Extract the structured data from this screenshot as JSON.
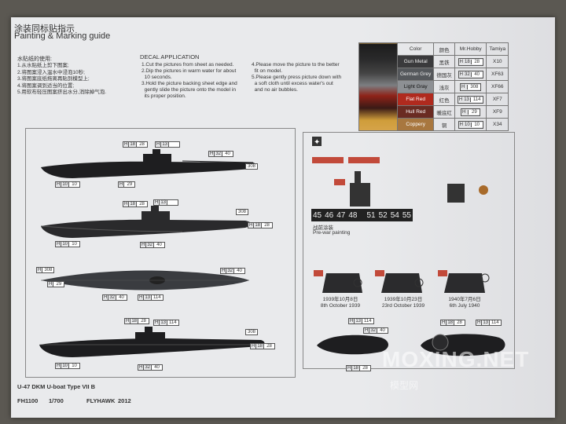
{
  "header": {
    "title_cn": "涂装同标贴指示",
    "title_en": "Painting & Marking guide"
  },
  "instructions_cn": {
    "heading": "水贴纸的使用:",
    "steps": "1.从水贴纸上剪下图案;\n2.将图案浸入温水中浸泡10秒;\n3.将图案底纸拖离再贴到模型上;\n4.将图案调到适当的位置;\n5.用软布轻压图案挤出水分,消除掉气泡."
  },
  "decal_application": {
    "heading": "DECAL APPLICATION",
    "col1": "1.Cut the pictures from sheet as needed.\n2.Dip the pictures in warm water for about\n  10 seconds.\n3.Hold the picture backing sheet edge and\n  gently slide the picture onto the model in\n  its proper position.",
    "col2": "4.Please move the picture to the better\n  fit on model.\n5.Please gently press picture down with\n  a soft cloth until excess water's out\n  and no air bubbles."
  },
  "color_table": {
    "headers": [
      "Color",
      "颜色",
      "Mr.Hobby",
      "Tamiya"
    ],
    "rows": [
      {
        "color": "Gun Metal",
        "cn": "黑铁",
        "mrhobby": "18",
        "mrhobby2": "28",
        "tamiya": "X10",
        "swatch": "#3a3a3c"
      },
      {
        "color": "German Grey",
        "cn": "德国灰",
        "mrhobby": "32",
        "mrhobby2": "40",
        "tamiya": "XF63",
        "swatch": "#55585c"
      },
      {
        "color": "Light Gray",
        "cn": "浅灰",
        "mrhobby": "",
        "mrhobby2": "308",
        "tamiya": "XF66",
        "swatch": "#8d9094"
      },
      {
        "color": "Flat Red",
        "cn": "红色",
        "mrhobby": "13",
        "mrhobby2": "114",
        "tamiya": "XF7",
        "swatch": "#b02a1e"
      },
      {
        "color": "Hull Red",
        "cn": "暖底红",
        "mrhobby": "",
        "mrhobby2": "29",
        "tamiya": "XF9",
        "swatch": "#6a2b22"
      },
      {
        "color": "Coppery",
        "cn": "铜",
        "mrhobby": "10",
        "mrhobby2": "10",
        "tamiya": "X34",
        "swatch": "#a8773f"
      }
    ]
  },
  "callouts": {
    "h": "H",
    "n10": "10",
    "n28": "28",
    "n13": "13",
    "n32": "32",
    "n40": "40",
    "n29": "29",
    "n308": "308",
    "n114": "114",
    "n18": "18"
  },
  "decal_numbers": {
    "strip_left": [
      "45",
      "46",
      "47",
      "48"
    ],
    "strip_right": [
      "51",
      "52",
      "54",
      "55"
    ],
    "prewar_cn": "战前涂装",
    "prewar_en": "Pre-war painting"
  },
  "variants": [
    {
      "cn": "1939年10月8日",
      "en": "8th October 1939"
    },
    {
      "cn": "1939年10月23日",
      "en": "23rd October 1939"
    },
    {
      "cn": "1940年7月6日",
      "en": "6th July 1940"
    }
  ],
  "footer": {
    "model": "U-47 DKM U-boat Type VII B",
    "code": "FH1100",
    "scale": "1/700",
    "brand": "FLYHAWK",
    "year": "2012"
  },
  "watermark": {
    "main": "MOXING.NET",
    "sub": "模型网"
  }
}
